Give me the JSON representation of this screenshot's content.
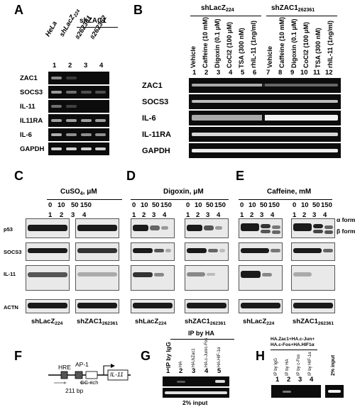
{
  "panels": {
    "A": {
      "label": "A",
      "group_header": "shZAC1",
      "lane_headers": [
        "HeLa",
        "shLacZ",
        "#262361",
        "#262362"
      ],
      "lane_header_sub": "224",
      "lane_numbers": [
        "1",
        "2",
        "3",
        "4"
      ],
      "rows": [
        "ZAC1",
        "SOCS3",
        "IL-11",
        "IL11RA",
        "IL-6",
        "GAPDH"
      ]
    },
    "B": {
      "label": "B",
      "group1": "shLacZ",
      "group1_sub": "224",
      "group2": "shZAC1",
      "group2_sub": "262361",
      "treatments": [
        "Vehicle",
        "Caffeine (10 mM)",
        "Digoxin (0.1 μM)",
        "CoCl2 (100 μM)",
        "TSA (300 nM)",
        "rhIL-11 (1ng/ml)"
      ],
      "lane_numbers": [
        "1",
        "2",
        "3",
        "4",
        "5",
        "6",
        "7",
        "8",
        "9",
        "10",
        "11",
        "12"
      ],
      "rows": [
        "ZAC1",
        "SOCS3",
        "IL-6",
        "IL-11RA",
        "GAPDH"
      ]
    },
    "C": {
      "label": "C",
      "title": "CuSO",
      "title_sub": "4",
      "title_unit": ", μM",
      "doses": [
        "0",
        "10",
        "50",
        "150"
      ],
      "lane_numbers": [
        "1",
        "2",
        "3",
        "4"
      ],
      "rows": [
        "p53",
        "SOCS3",
        "IL-11",
        "ACTN"
      ],
      "footer_left": "shLacZ",
      "footer_left_sub": "224",
      "footer_right": "shZAC1",
      "footer_right_sub": "262361"
    },
    "D": {
      "label": "D",
      "title": "Digoxin, μM",
      "doses": [
        "0",
        "10",
        "50",
        "150"
      ],
      "lane_numbers": [
        "1",
        "2",
        "3",
        "4"
      ],
      "footer_left": "shLacZ",
      "footer_left_sub": "224",
      "footer_right": "shZAC1",
      "footer_right_sub": "262361"
    },
    "E": {
      "label": "E",
      "title": "Caffeine, mM",
      "doses": [
        "0",
        "10",
        "50",
        "150"
      ],
      "lane_numbers": [
        "1",
        "2",
        "3",
        "4"
      ],
      "alpha_form": "α form",
      "beta_form": "β form",
      "footer_left": "shLacZ",
      "footer_left_sub": "224",
      "footer_right": "shZAC1",
      "footer_right_sub": "262361"
    },
    "F": {
      "label": "F",
      "hre": "HRE",
      "ap1": "AP-1",
      "gc": "GC rich",
      "gene": "IL-11",
      "size": "211 bp"
    },
    "G": {
      "label": "G",
      "ip_header": "IP by HA",
      "ip_igg": "IP by IgG",
      "lanes": [
        "HA",
        "HA.hZac1",
        "HA.c-Jun/c-Fos",
        "HA.HIF-1α"
      ],
      "lane_numbers": [
        "1",
        "2",
        "3",
        "4",
        "5"
      ],
      "input": "2% input"
    },
    "H": {
      "label": "H",
      "header_line1": "HA.Zac1+HA.c-Jun+",
      "header_line2": "HA.c-Fos+HA.HIF1α",
      "lanes": [
        "IP by IgG",
        "IP by HA",
        "IP by c-Fos",
        "IP by HIF-1α"
      ],
      "lane_numbers": [
        "1",
        "2",
        "3",
        "4"
      ],
      "input": "2% input"
    }
  }
}
